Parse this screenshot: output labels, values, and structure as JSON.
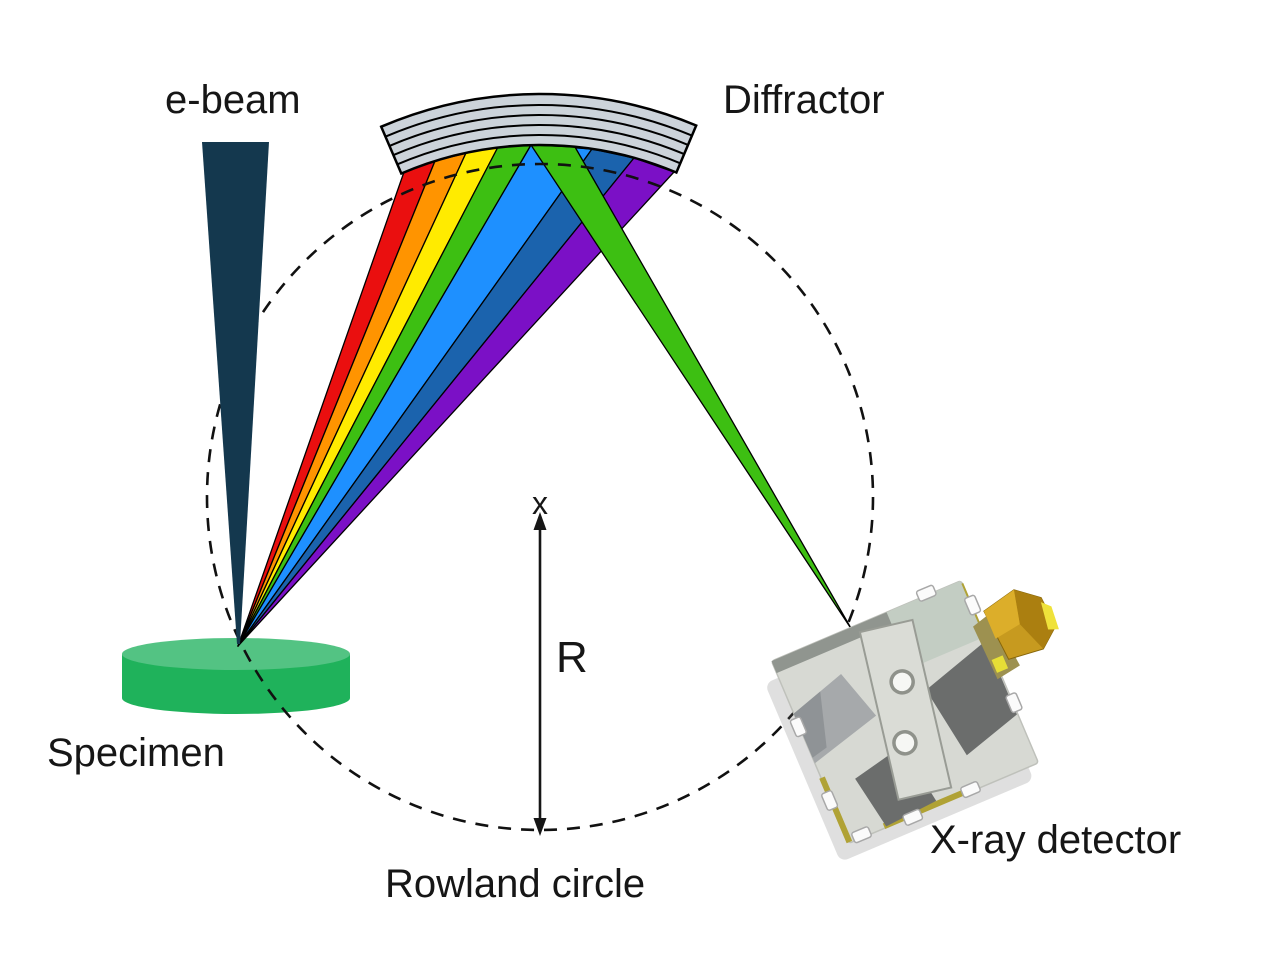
{
  "diagram": {
    "background": "#ffffff",
    "labels": {
      "e_beam": "e-beam",
      "diffractor": "Diffractor",
      "specimen": "Specimen",
      "rowland_circle": "Rowland circle",
      "x_ray_detector": "X-ray detector",
      "radius": "R",
      "center_marker": "x"
    },
    "colors": {
      "outline": "#000000",
      "e_beam": "#14384e",
      "specimen_body": "#1fb25b",
      "specimen_top": "#53c383",
      "diffractor_fill": "#ccd3da",
      "rowland_circle_stroke": "#111111"
    },
    "rays": [
      {
        "name": "red",
        "color": "#ea0f0f"
      },
      {
        "name": "orange",
        "color": "#ff9400"
      },
      {
        "name": "yellow",
        "color": "#ffeb00"
      },
      {
        "name": "green",
        "color": "#3dbf12"
      },
      {
        "name": "light-blue",
        "color": "#1e90ff"
      },
      {
        "name": "dark-blue",
        "color": "#1b63ad"
      },
      {
        "name": "purple",
        "color": "#7b10c6"
      }
    ],
    "reflected_ray": {
      "name": "green-reflected",
      "color": "#3dbf12"
    },
    "detector": {
      "body": "#d7d9d3",
      "pad_dark": "#6b6d6c",
      "pad_sage": "#c3cdc3",
      "plate_gray": "#a6a9ab",
      "bar": "#dadcd6",
      "connector_gold": "#c79a1f"
    }
  }
}
